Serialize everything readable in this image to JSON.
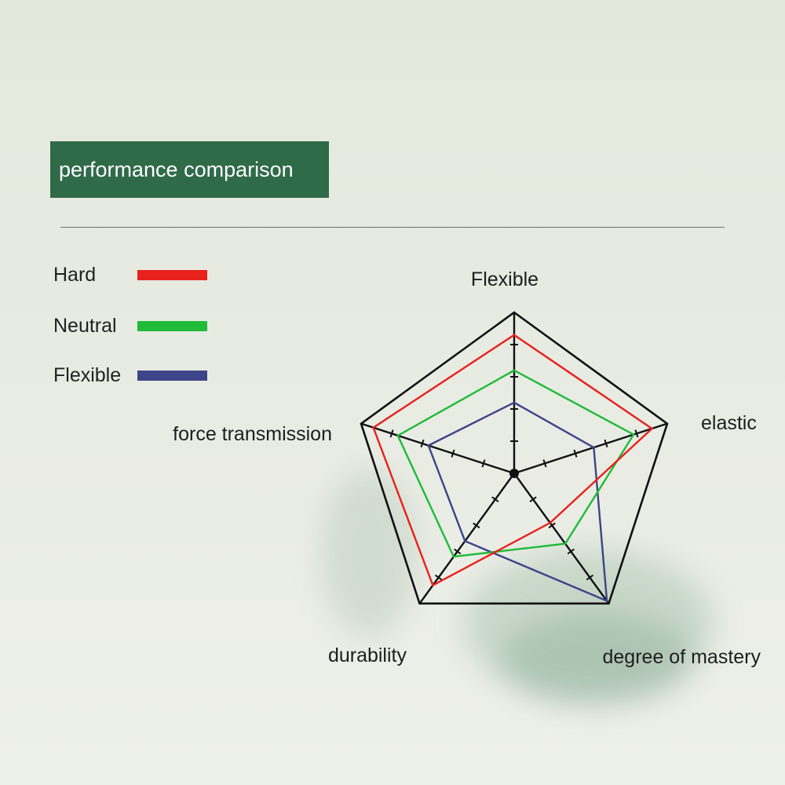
{
  "header": {
    "title": "performance comparison"
  },
  "colors": {
    "title_bg": "#2f6a49",
    "title_text": "#ffffff",
    "grid": "#111111"
  },
  "legend": [
    {
      "label": "Hard",
      "color": "#e8211c"
    },
    {
      "label": "Neutral",
      "color": "#1fbb39"
    },
    {
      "label": "Flexible",
      "color": "#3d4488"
    }
  ],
  "chart_data": {
    "type": "radar",
    "title": "performance comparison",
    "axes": [
      "Flexible",
      "elastic",
      "degree of mastery",
      "durability",
      "force transmission"
    ],
    "range": [
      0,
      5
    ],
    "tick_marks_per_axis": 4,
    "legend_position": "top-left",
    "series": [
      {
        "name": "Hard",
        "color": "#e8211c",
        "values": [
          4.3,
          4.5,
          1.9,
          4.3,
          4.6
        ]
      },
      {
        "name": "Neutral",
        "color": "#1fbb39",
        "values": [
          3.2,
          3.9,
          2.7,
          3.2,
          3.8
        ]
      },
      {
        "name": "Flexible",
        "color": "#3d4488",
        "values": [
          2.2,
          2.6,
          4.9,
          2.6,
          2.8
        ]
      }
    ]
  }
}
